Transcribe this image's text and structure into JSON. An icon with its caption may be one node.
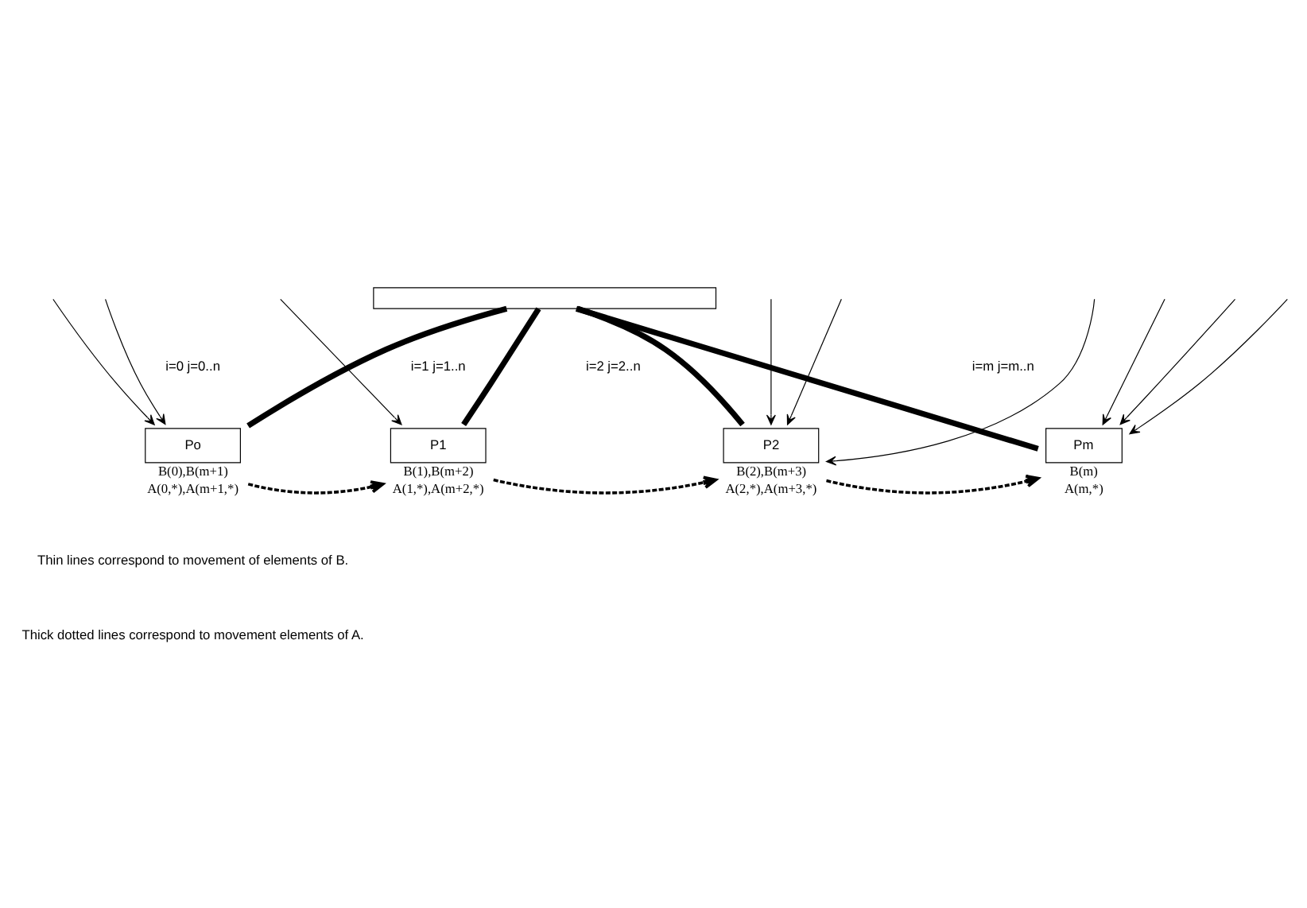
{
  "diagram": {
    "nodes": [
      {
        "text": [],
        "shape": "box"
      },
      {
        "text": [
          "Po"
        ],
        "beside": [
          "B(0),B(m+1)",
          "A(0,*),A(m+1,*)"
        ]
      },
      {
        "text": [
          "P1"
        ],
        "beside": [
          "B(1),B(m+2)",
          "A(1,*),A(m+2,*)"
        ]
      },
      {
        "text": [
          "P2"
        ],
        "beside": [
          "B(2),B(m+3)",
          "A(2,*),A(m+3,*)"
        ]
      },
      {
        "text": [
          "Pm"
        ],
        "beside": [
          "B(m)",
          "A(m,*)"
        ]
      }
    ],
    "edges": [
      {
        "from": 0,
        "to": 1,
        "arrow": "none",
        "style": "thick"
      },
      {
        "from": 0,
        "to": 2,
        "arrow": "none",
        "style": "thick"
      },
      {
        "from": 0,
        "to": 3,
        "arrow": "none",
        "style": "thick"
      },
      {
        "from": 0,
        "to": 4,
        "arrow": "none",
        "style": "thick"
      },
      {
        "from": null,
        "to": 1,
        "arrow": "to"
      },
      {
        "from": null,
        "to": 1,
        "arrow": "to"
      },
      {
        "from": null,
        "to": 2,
        "arrow": "to"
      },
      {
        "from": null,
        "to": 3,
        "arrow": "to"
      },
      {
        "from": null,
        "to": 3,
        "arrow": "to"
      },
      {
        "from": null,
        "to": 3,
        "arrow": "to"
      },
      {
        "from": null,
        "to": 4,
        "arrow": "to"
      },
      {
        "from": null,
        "to": 4,
        "arrow": "to"
      },
      {
        "from": null,
        "to": 4,
        "arrow": "to"
      },
      {
        "from": 1,
        "to": 2,
        "arrow": "to",
        "style": "dashed"
      },
      {
        "from": 2,
        "to": 3,
        "arrow": "to",
        "style": "dashed"
      },
      {
        "from": 3,
        "to": 4,
        "arrow": "to",
        "style": "dashed"
      }
    ],
    "labels": [
      "i=0 j=0..n",
      "i=1 j=1..n",
      "i=2 j=2..n",
      "i=m j=m..n",
      "Thin lines correspond to movement of elements of B.",
      "Thick dotted lines correspond to movement elements of A."
    ]
  }
}
